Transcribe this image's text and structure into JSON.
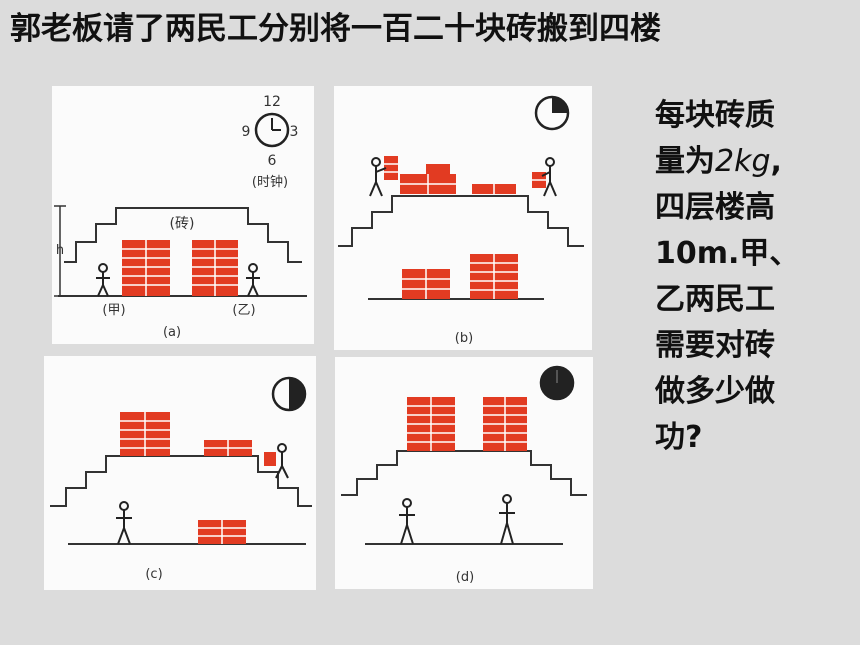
{
  "slide": {
    "title": "郭老板请了两民工分别将一百二十块砖搬到四楼",
    "side_text": {
      "line1": "每块砖质",
      "line2_prefix": "量为",
      "line2_mass": "2kg",
      "line2_suffix": ",",
      "line3": "四层楼高",
      "line4": "10m.甲、",
      "line5": "乙两民工",
      "line6": "需要对砖",
      "line7": "做多少做",
      "line8": "功?"
    }
  },
  "panels": {
    "a": {
      "caption": "(a)",
      "brick_label": "(砖)",
      "worker_a": "(甲)",
      "worker_b": "(乙)",
      "height_mark": "h",
      "clock_label": "(时钟)",
      "clock_12": "12",
      "clock_3": "3",
      "clock_6": "6",
      "clock_9": "9"
    },
    "b": {
      "caption": "(b)"
    },
    "c": {
      "caption": "(c)"
    },
    "d": {
      "caption": "(d)"
    }
  },
  "colors": {
    "brick": "#e23b22",
    "mortar": "#ffffff",
    "ink": "#222222",
    "background": "#dcdcdc"
  }
}
